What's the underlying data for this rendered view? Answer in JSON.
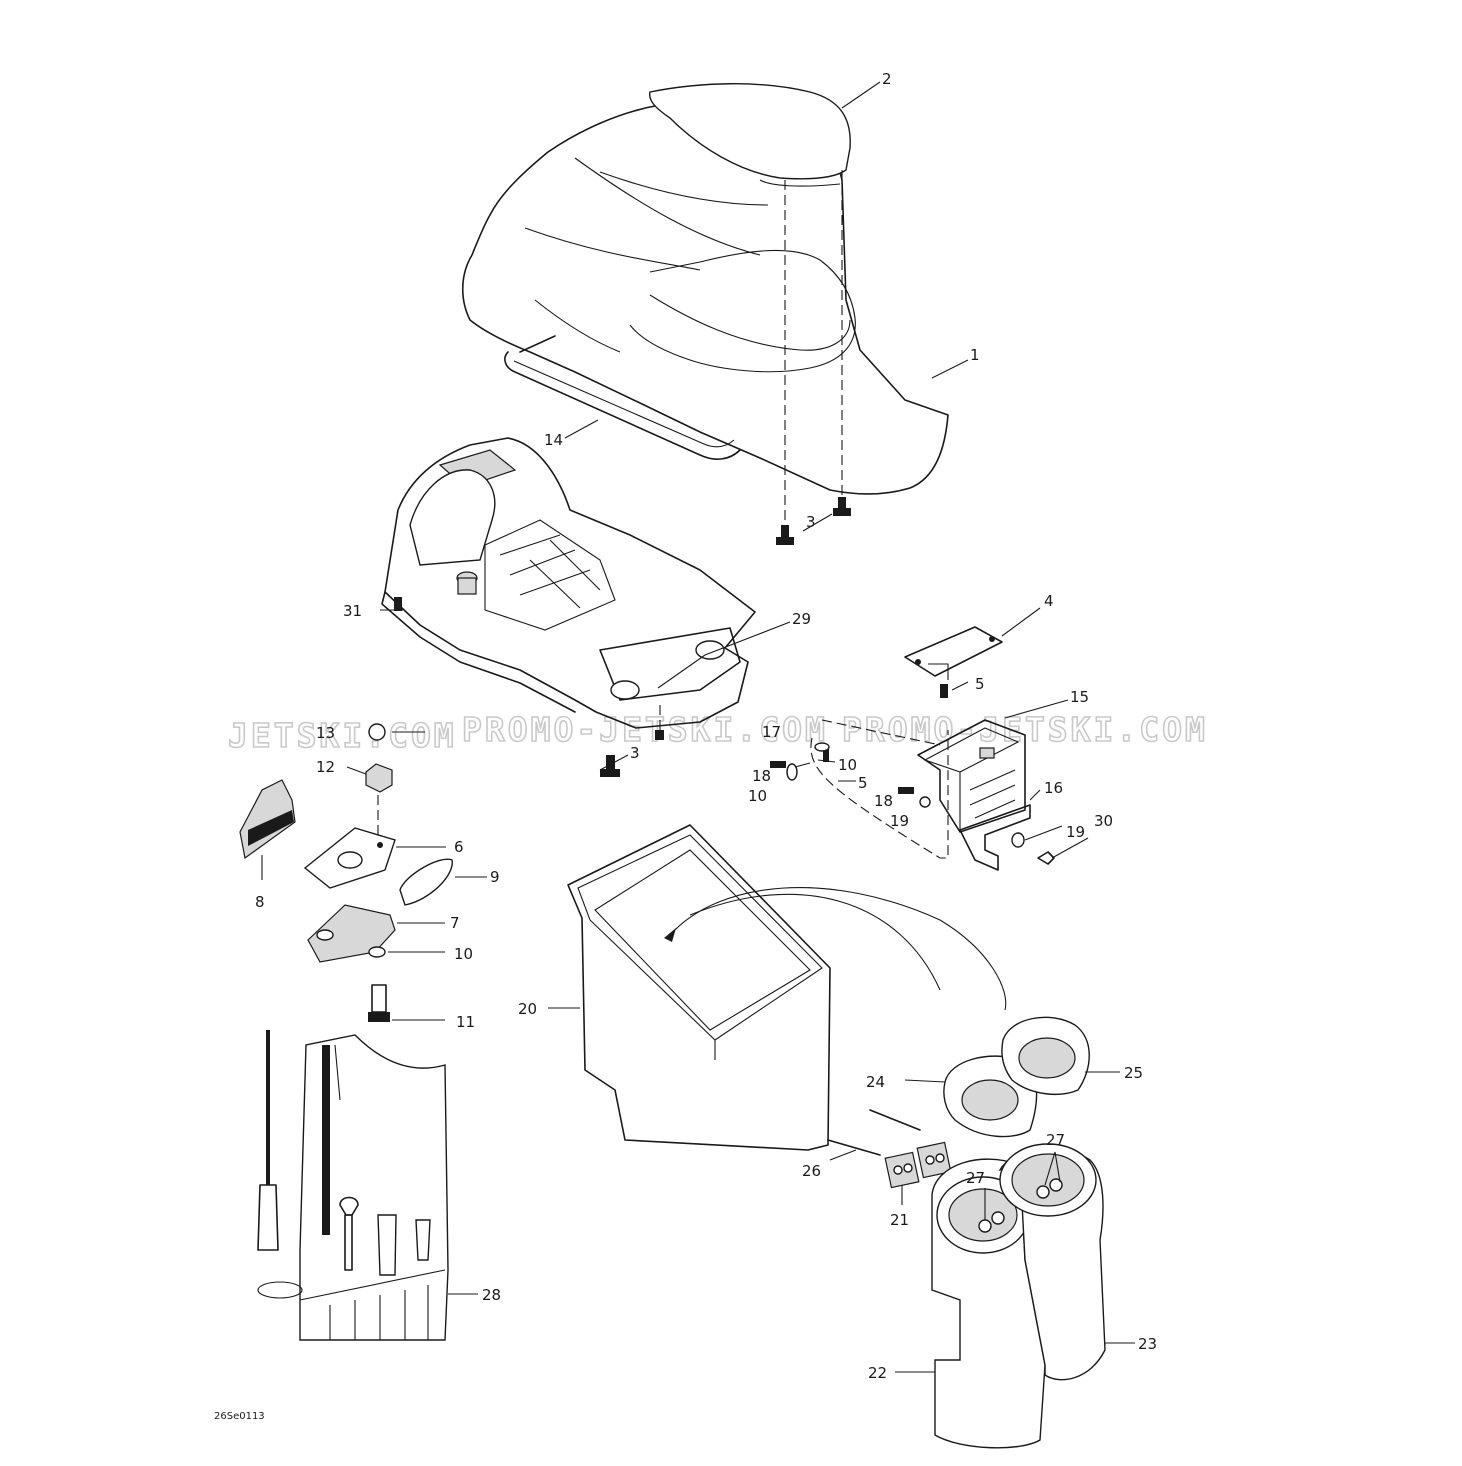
{
  "diagram_ref": "26Se0113",
  "watermarks": [
    "JETSKI.COM",
    "PROMO-JETSKI.COM",
    "PROMO-JETSKI.COM"
  ],
  "callouts": [
    {
      "id": "c1",
      "label": "1"
    },
    {
      "id": "c2",
      "label": "2"
    },
    {
      "id": "c3a",
      "label": "3"
    },
    {
      "id": "c3b",
      "label": "3"
    },
    {
      "id": "c4",
      "label": "4"
    },
    {
      "id": "c5a",
      "label": "5"
    },
    {
      "id": "c5b",
      "label": "5"
    },
    {
      "id": "c6",
      "label": "6"
    },
    {
      "id": "c7",
      "label": "7"
    },
    {
      "id": "c8",
      "label": "8"
    },
    {
      "id": "c9",
      "label": "9"
    },
    {
      "id": "c10a",
      "label": "10"
    },
    {
      "id": "c10b",
      "label": "10"
    },
    {
      "id": "c10c",
      "label": "10"
    },
    {
      "id": "c11",
      "label": "11"
    },
    {
      "id": "c12",
      "label": "12"
    },
    {
      "id": "c13",
      "label": "13"
    },
    {
      "id": "c14",
      "label": "14"
    },
    {
      "id": "c15",
      "label": "15"
    },
    {
      "id": "c16",
      "label": "16"
    },
    {
      "id": "c17",
      "label": "17"
    },
    {
      "id": "c18a",
      "label": "18"
    },
    {
      "id": "c18b",
      "label": "18"
    },
    {
      "id": "c19a",
      "label": "19"
    },
    {
      "id": "c19b",
      "label": "19"
    },
    {
      "id": "c20",
      "label": "20"
    },
    {
      "id": "c21",
      "label": "21"
    },
    {
      "id": "c22",
      "label": "22"
    },
    {
      "id": "c23",
      "label": "23"
    },
    {
      "id": "c24",
      "label": "24"
    },
    {
      "id": "c25",
      "label": "25"
    },
    {
      "id": "c26",
      "label": "26"
    },
    {
      "id": "c27a",
      "label": "27"
    },
    {
      "id": "c27b",
      "label": "27"
    },
    {
      "id": "c28",
      "label": "28"
    },
    {
      "id": "c29",
      "label": "29"
    },
    {
      "id": "c30",
      "label": "30"
    },
    {
      "id": "c31",
      "label": "31"
    }
  ]
}
